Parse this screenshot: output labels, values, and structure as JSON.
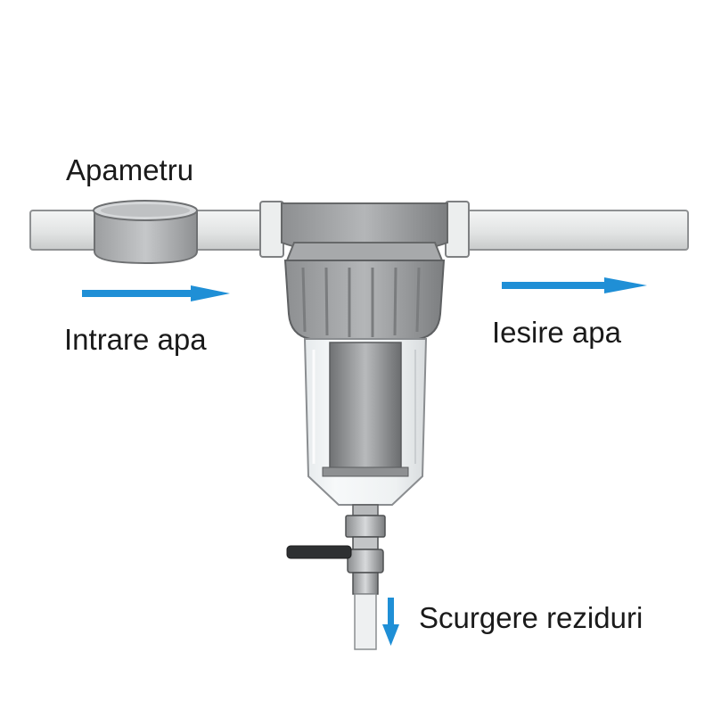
{
  "labels": {
    "water_meter": "Apametru",
    "water_inlet": "Intrare apa",
    "water_outlet": "Iesire apa",
    "residue_drain": "Scurgere reziduri"
  },
  "colors": {
    "arrow": "#1f8fd6",
    "pipe": "#e4e6e6",
    "filter_gray": "#9a9c9e",
    "glass": "#e8ecee"
  }
}
